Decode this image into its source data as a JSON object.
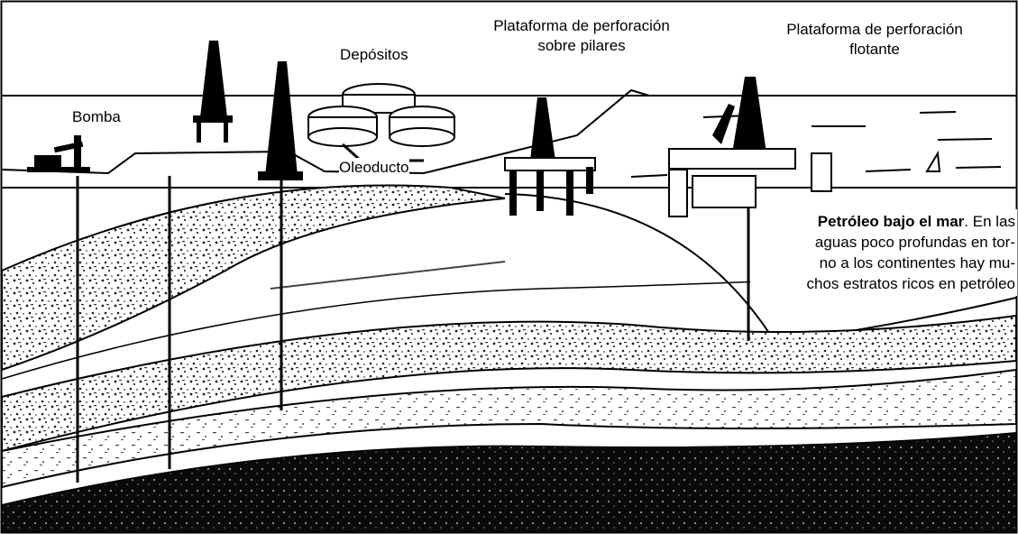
{
  "labels": {
    "bomba": "Bomba",
    "depositos": "Depósitos",
    "oleoducto": "Oleoducto",
    "plataforma_pilares_l1": "Plataforma de perforación",
    "plataforma_pilares_l2": "sobre pilares",
    "plataforma_flotante_l1": "Plataforma de perforación",
    "plataforma_flotante_l2": "flotante"
  },
  "caption": {
    "bold": "Petróleo bajo el mar",
    "rest": ". En las aguas poco profundas en tor-no a los continentes hay mu-chos estratos ricos en petróleo",
    "line1_rest": ". En las",
    "line2": "aguas poco profundas en tor-",
    "line3": "no a los continentes hay mu-",
    "line4": "chos estratos ricos en petróleo"
  }
}
